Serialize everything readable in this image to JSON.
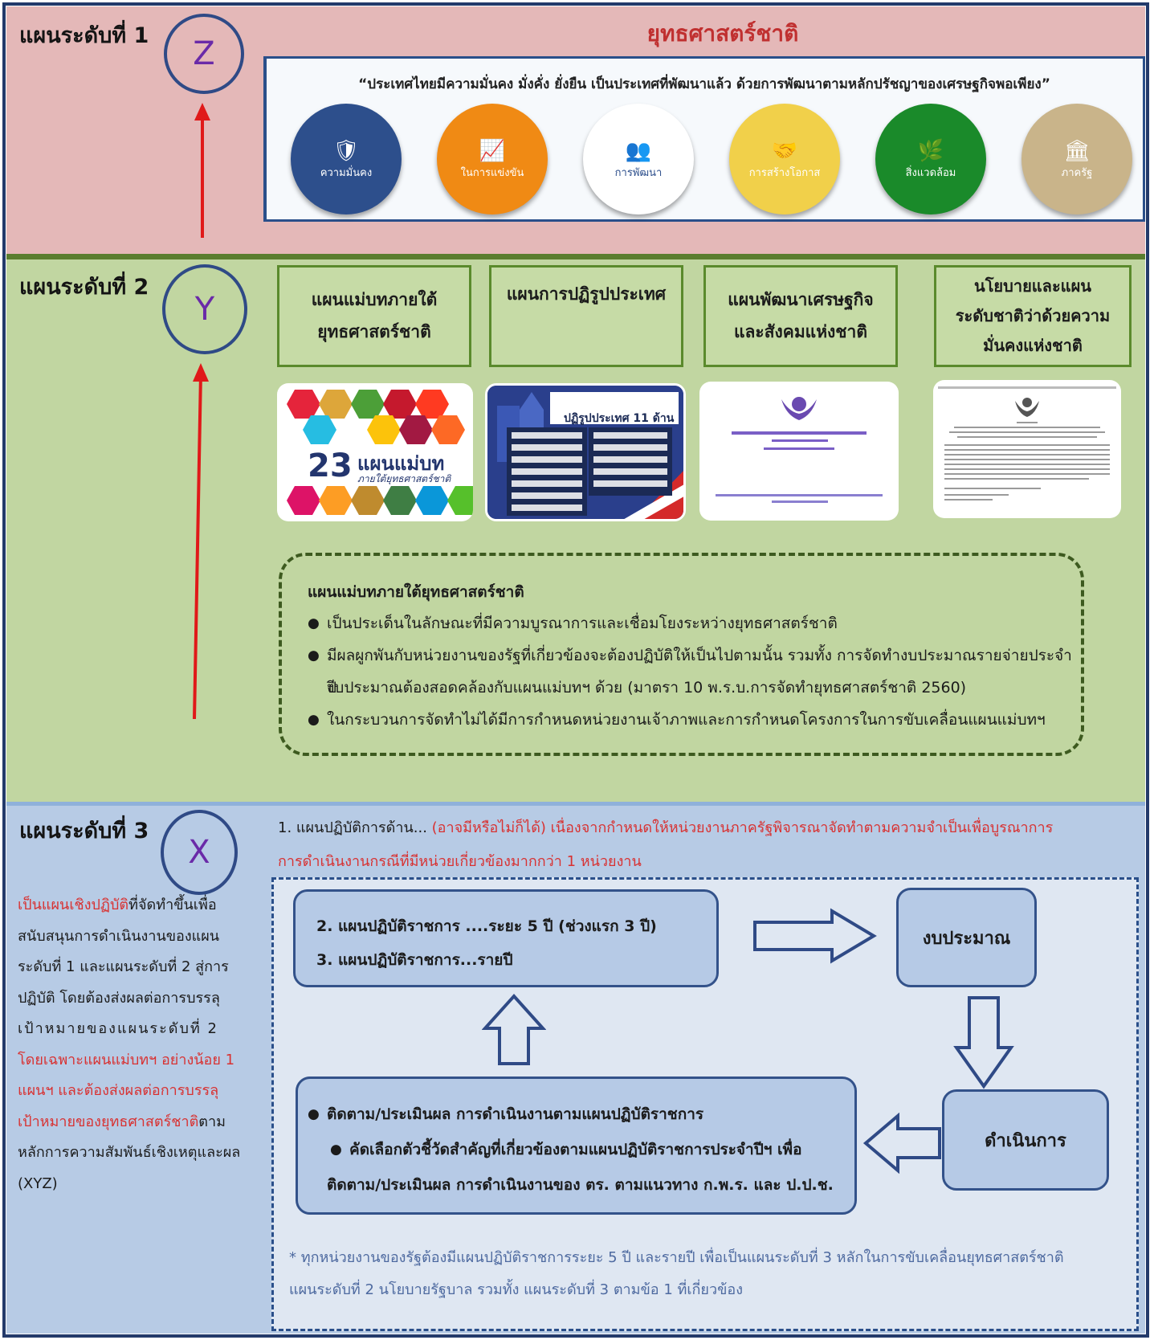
{
  "level1": {
    "label": "แผนระดับที่ 1",
    "circle": "Z",
    "title": "ยุทธศาสตร์ชาติ",
    "vision": "“ประเทศไทยมีความมั่นคง มั่งคั่ง ยั่งยืน เป็นประเทศที่พัฒนาแล้ว ด้วยการพัฒนาตามหลักปรัชญาของเศรษฐกิจพอเพียง”",
    "medals": [
      {
        "text": "ความมั่นคง",
        "color": "#2d4f8c",
        "icon": "shield-icon"
      },
      {
        "text": "ในการแข่งขัน",
        "color": "#f08a14",
        "icon": "chart-icon"
      },
      {
        "text": "การพัฒนา",
        "color": "#ffffff",
        "icon": "people-icon"
      },
      {
        "text": "การสร้างโอกาส",
        "color": "#f1d04a",
        "icon": "hands-icon"
      },
      {
        "text": "สิ่งแวดล้อม",
        "color": "#1a8a2a",
        "icon": "leaf-icon"
      },
      {
        "text": "ภาครัฐ",
        "color": "#c9b48a",
        "icon": "building-icon"
      }
    ]
  },
  "level2": {
    "label": "แผนระดับที่ 2",
    "circle": "Y",
    "boxes": [
      {
        "line1": "แผนแม่บทภายใต้",
        "line2": "ยุทธศาสตร์ชาติ"
      },
      {
        "line1": "แผนการปฏิรูปประเทศ",
        "line2": ""
      },
      {
        "line1": "แผนพัฒนาเศรษฐกิจ",
        "line2": "และสังคมแห่งชาติ"
      },
      {
        "line1": "นโยบายและแผน",
        "line2": "ระดับชาติว่าด้วยความ",
        "line3": "มั่นคงแห่งชาติ"
      }
    ],
    "thumb1": {
      "big": "23",
      "title": "แผนแม่บท",
      "sub": "ภายใต้ยุทธศาสตร์ชาติ"
    },
    "thumb2": {
      "title": "ปฏิรูปประเทศ 11 ด้าน"
    },
    "note": {
      "heading": "แผนแม่บทภายใต้ยุทธศาสตร์ชาติ",
      "b1": "เป็นประเด็นในลักษณะที่มีความบูรณาการและเชื่อมโยงระหว่างยุทธศาสตร์ชาติ",
      "b2a": "มีผลผูกพันกับหน่วยงานของรัฐที่เกี่ยวข้องจะต้องปฏิบัติให้เป็นไปตามนั้น รวมทั้ง การจัดทำงบประมาณรายจ่ายประจำปี",
      "b2b": "งบประมาณต้องสอดคล้องกับแผนแม่บทฯ ด้วย (มาตรา 10 พ.ร.บ.การจัดทำยุทธศาสตร์ชาติ 2560)",
      "b3": "ในกระบวนการจัดทำไม่ได้มีการกำหนดหน่วยงานเจ้าภาพและการกำหนดโครงการในการขับเคลื่อนแผนแม่บทฯ"
    }
  },
  "level3": {
    "label": "แผนระดับที่ 3",
    "circle": "X",
    "left_desc": {
      "l1r": "เป็นแผนเชิงปฏิบัติ",
      "l1b": "ที่จัดทำขึ้นเพื่อ",
      "l2": "สนับสนุนการดำเนินงานของแผน",
      "l3": "ระดับที่ 1 และแผนระดับที่ 2 สู่การ",
      "l4": "ปฏิบัติ โดยต้องส่งผลต่อการบรรลุ",
      "l5": "เป้าหมายของแผนระดับที่ 2",
      "l6": "โดยเฉพาะแผนแม่บทฯ อย่างน้อย 1",
      "l7": "แผนฯ และต้องส่งผลต่อการบรรลุ",
      "l8r": "เป้าหมายของยุทธศาสตร์ชาติ",
      "l8b": "ตาม",
      "l9": "หลักการความสัมพันธ์เชิงเหตุและผล",
      "l10": "(XYZ)"
    },
    "item1_black": "1. แผนปฏิบัติการด้าน...",
    "item1_red1": " (อาจมีหรือไม่ก็ได้)  เนื่องจากกำหนดให้หน่วยงานภาครัฐพิจารณาจัดทำตามความจำเป็นเพื่อบูรณาการ",
    "item1_red2": "การดำเนินงานกรณีที่มีหน่วยเกี่ยวข้องมากกว่า 1 หน่วยงาน",
    "plan_box": {
      "line1": "2. แผนปฏิบัติราชการ ....ระยะ 5 ปี (ช่วงแรก 3 ปี)",
      "line2": "3. แผนปฏิบัติราชการ...รายปี"
    },
    "budget": "งบประมาณ",
    "operate": "ดำเนินการ",
    "monitor": {
      "line1": "ติดตาม/ประเมินผล การดำเนินงานตามแผนปฏิบัติราชการ",
      "line2": "คัดเลือกตัวชี้วัดสำคัญที่เกี่ยวข้องตามแผนปฏิบัติราชการประจำปีฯ เพื่อ",
      "line3": "ติดตาม/ประเมินผล การดำเนินงานของ ตร. ตามแนวทาง ก.พ.ร. และ ป.ป.ช."
    },
    "footnote1": "* ทุกหน่วยงานของรัฐต้องมีแผนปฏิบัติราชการระยะ 5 ปี และรายปี เพื่อเป็นแผนระดับที่ 3 หลักในการขับเคลื่อนยุทธศาสตร์ชาติ",
    "footnote2": "แผนระดับที่ 2 นโยบายรัฐบาล รวมทั้ง แผนระดับที่ 3 ตามข้อ 1 ที่เกี่ยวข้อง"
  }
}
